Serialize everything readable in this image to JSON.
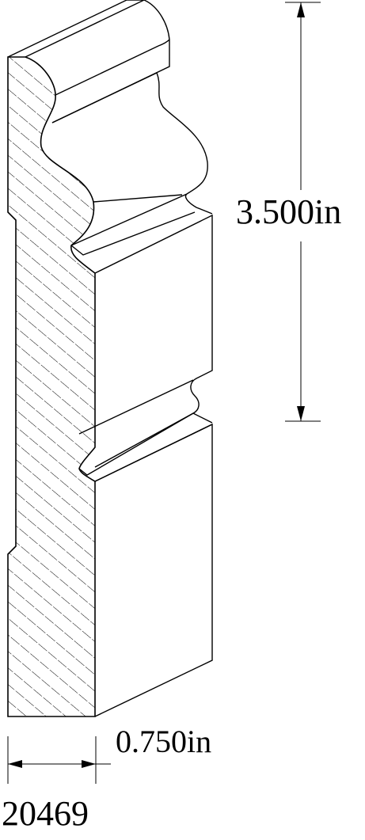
{
  "drawing": {
    "height_dimension": "3.500in",
    "width_dimension": "0.750in",
    "part_number": "20469",
    "line_color": "#000000",
    "background_color": "#ffffff"
  }
}
